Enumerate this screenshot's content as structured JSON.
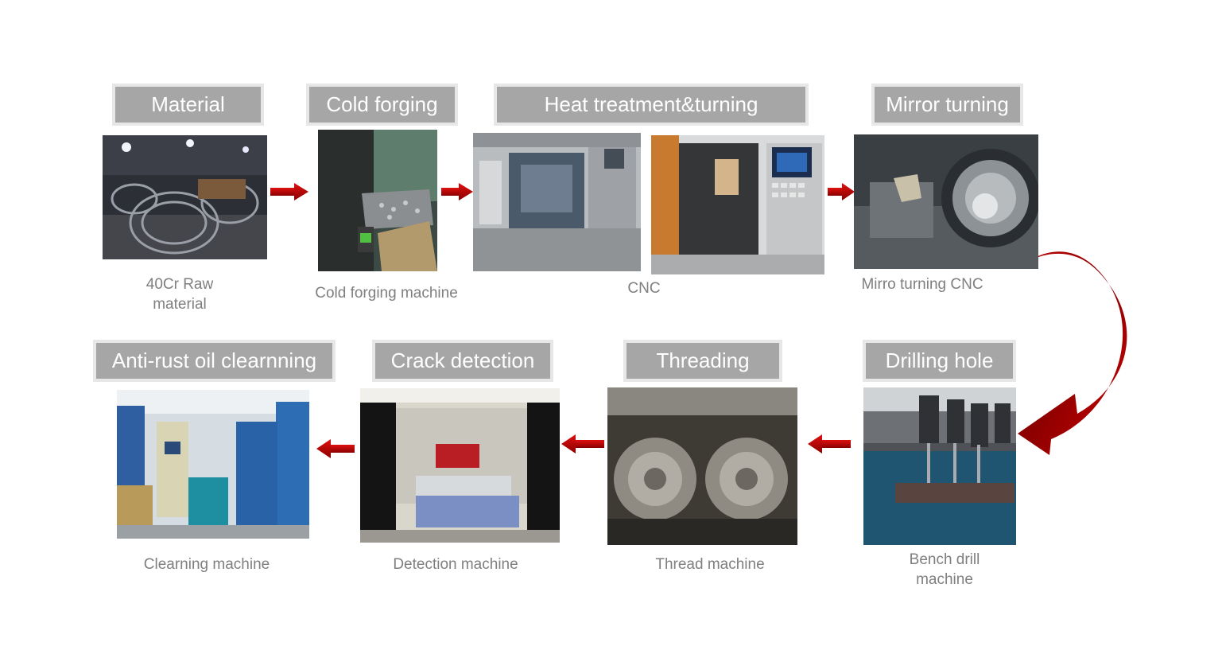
{
  "steps": {
    "material": "Material",
    "cold_forging": "Cold forging",
    "heat_treatment": "Heat treatment&turning",
    "mirror_turning": "Mirror turning",
    "drilling_hole": "Drilling hole",
    "threading": "Threading",
    "crack_detection": "Crack detection",
    "anti_rust": "Anti-rust oil clearnning"
  },
  "captions": {
    "raw_material_line1": "40Cr Raw",
    "raw_material_line2": "material",
    "cold_forging_machine": "Cold forging machine",
    "cnc": "CNC",
    "mirro_turning_cnc": "Mirro turning CNC",
    "bench_drill_line1": "Bench drill",
    "bench_drill_line2": "machine",
    "thread_machine": "Thread machine",
    "detection_machine": "Detection machine",
    "clearning_machine": "Clearning machine"
  },
  "colors": {
    "label_bg": "#a6a6a6",
    "label_border": "#e7e7e7",
    "caption_text": "#7f7f7f",
    "arrow_red": "#c00000"
  }
}
